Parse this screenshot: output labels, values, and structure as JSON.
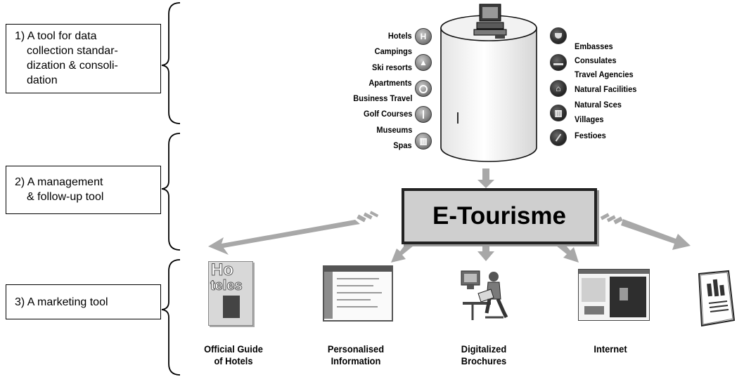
{
  "tools": [
    {
      "line1": "1) A tool for data",
      "line2": "collection standar-",
      "line3": "dization & consoli-",
      "line4": "dation"
    },
    {
      "line1": "2) A management",
      "line2": "& follow-up tool"
    },
    {
      "line1": "3) A marketing tool"
    }
  ],
  "left_sources": [
    {
      "label": "Hotels",
      "icon": "hotel-icon",
      "glyph": "H"
    },
    {
      "label": "Campings",
      "icon": "tent-icon",
      "glyph": "▲"
    },
    {
      "label": "Ski resorts",
      "icon": "ski-icon",
      "glyph": ""
    },
    {
      "label": "Apartments",
      "icon": "apartment-icon",
      "glyph": ""
    },
    {
      "label": "Business Travel",
      "icon": "",
      "glyph": ""
    },
    {
      "label": "Golf Courses",
      "icon": "golf-icon",
      "glyph": ""
    },
    {
      "label": "Museums",
      "icon": "",
      "glyph": ""
    },
    {
      "label": "Spas",
      "icon": "museum-icon",
      "glyph": "▥"
    }
  ],
  "right_sources": [
    {
      "label": "Embasses",
      "icon": "embassy-icon",
      "glyph": ""
    },
    {
      "label": "Consulates",
      "icon": "",
      "glyph": ""
    },
    {
      "label": "Travel Agencies",
      "icon": "plane-icon",
      "glyph": ""
    },
    {
      "label": "Natural Facilities",
      "icon": "house-icon",
      "glyph": "⌂"
    },
    {
      "label": "Natural Sces",
      "icon": "monument-icon",
      "glyph": "▥"
    },
    {
      "label": "Villages",
      "icon": "",
      "glyph": ""
    },
    {
      "label": "Festioes",
      "icon": "festival-icon",
      "glyph": ""
    }
  ],
  "center": {
    "title": "E-Tourisme"
  },
  "outputs": [
    {
      "line1": "Official Guide",
      "line2": "of Hotels",
      "cover_line1": "Ho",
      "cover_line2": "teles"
    },
    {
      "line1": "Personalised",
      "line2": "Information"
    },
    {
      "line1": "Digitalized",
      "line2": "Brochures"
    },
    {
      "line1": "Internet",
      "line2": ""
    }
  ]
}
